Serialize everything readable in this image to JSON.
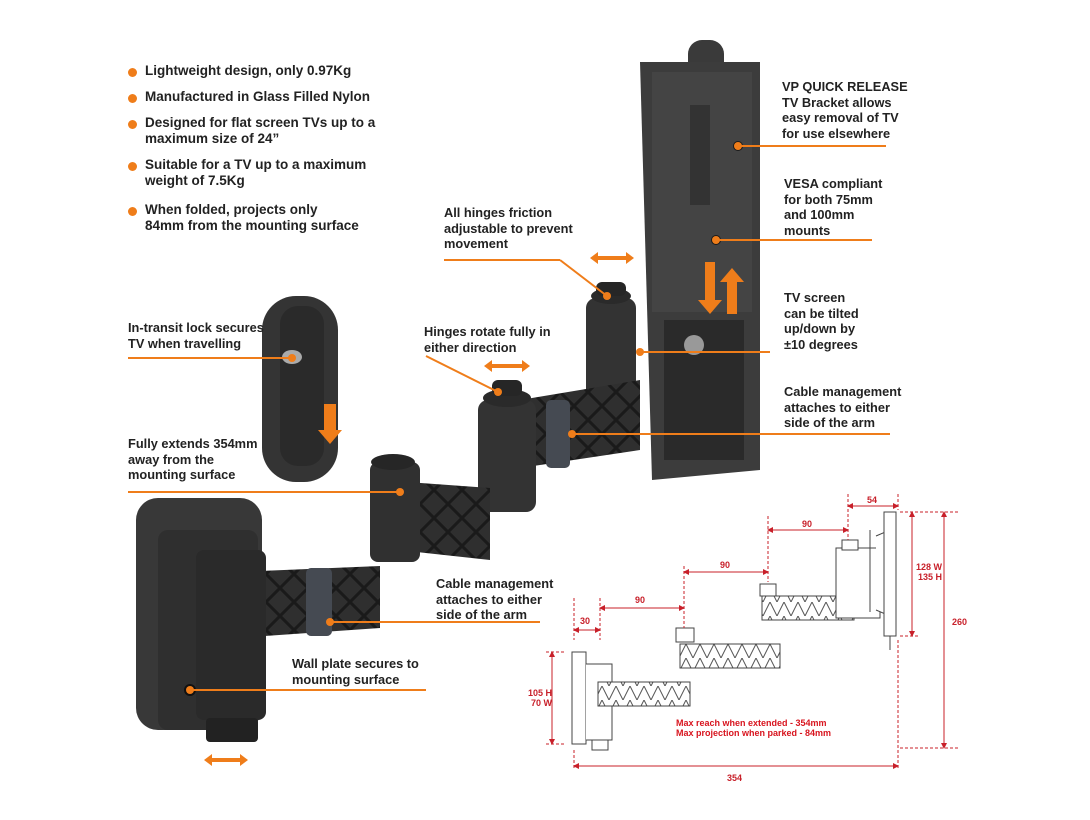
{
  "features": [
    {
      "text": "Lightweight design, only 0.97Kg"
    },
    {
      "text": "Manufactured in Glass Filled Nylon"
    },
    {
      "text": "Designed for flat screen TVs up to a\nmaximum size of 24”"
    },
    {
      "text": "Suitable for a TV up to a maximum\nweight of 7.5Kg"
    },
    {
      "text": "When folded, projects only\n84mm from the mounting surface"
    }
  ],
  "callouts": {
    "quick_release": "VP QUICK RELEASE\nTV Bracket allows\neasy removal of TV\nfor use elsewhere",
    "vesa": "VESA compliant\nfor both 75mm\nand 100mm\nmounts",
    "friction": "All hinges friction\nadjustable to prevent\nmovement",
    "tilt": "TV screen\ncan be tilted\nup/down by\n±10 degrees",
    "transit_lock": "In-transit lock secures\nTV when travelling",
    "hinges_rotate": "Hinges rotate fully in\neither direction",
    "cable_top": "Cable management\nattaches to either\nside of the arm",
    "extends": "Fully extends 354mm\naway from the\nmounting surface",
    "cable_bottom": "Cable management\nattaches to either\nside of the arm",
    "wall_plate": "Wall plate secures to\nmounting surface"
  },
  "dimensions": {
    "d54": "54",
    "d90a": "90",
    "d90b": "90",
    "d90c": "90",
    "d30": "30",
    "d128": "128 W\n135 H",
    "d260": "260",
    "d105": "105 H\n70 W",
    "d354": "354"
  },
  "notes": {
    "reach": "Max reach when extended - 354mm",
    "projection": "Max projection when parked - 84mm"
  },
  "colors": {
    "accent": "#ef7d1a",
    "dimension": "#c8202a",
    "product": "#2e2e2e"
  }
}
